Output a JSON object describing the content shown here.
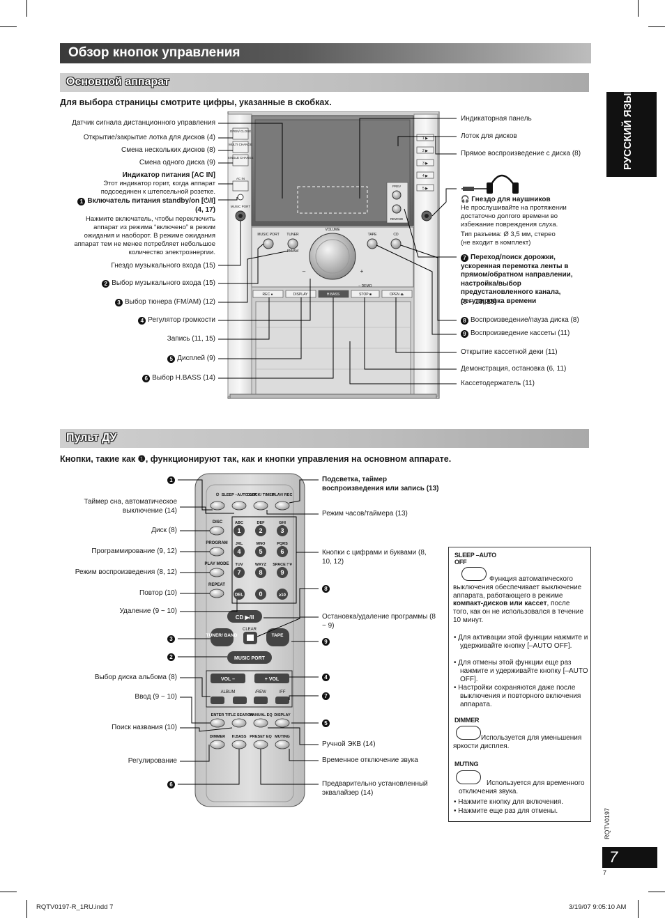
{
  "header": {
    "title": "Обзор кнопок управления",
    "section_main": "Основной аппарат",
    "section_remote": "Пульт ДУ",
    "side_tab": "РУССКИЙ ЯЗЫК",
    "page_number": "7",
    "page_number_small": "7",
    "doc_code_vertical": "RQTV0197"
  },
  "main_unit": {
    "note": "Для выбора страницы смотрите цифры, указанные в скобках.",
    "left_labels": [
      {
        "text": "Датчик сигнала дистанционного управления"
      },
      {
        "text": "Открытие/закрытие лотка для дисков (4)"
      },
      {
        "text": "Смена нескольких дисков (8)"
      },
      {
        "text": "Смена одного диска (9)"
      },
      {
        "text": "Индикатор питания [AC IN]"
      },
      {
        "text": "Этот индикатор горит, когда аппарат подсоединен к штепсельной розетке."
      },
      {
        "num": "1",
        "text": "Включатель питания standby/on [⏻/I]"
      },
      {
        "text": "(4, 17)"
      },
      {
        "text": "Нажмите включатель, чтобы переключить аппарат из режима “включено” в режим ожидания и наоборот. В режиме ожидания аппарат тем не менее потребляет небольшое количество электроэнергии."
      },
      {
        "text": "Гнездо музыкального входа (15)"
      },
      {
        "num": "2",
        "text": "Выбор музыкального входа (15)"
      },
      {
        "num": "3",
        "text": "Выбор тюнера (FM/AM) (12)"
      },
      {
        "num": "4",
        "text": "Регулятор громкости"
      },
      {
        "text": "Запись (11, 15)"
      },
      {
        "num": "5",
        "text": "Дисплей (9)"
      },
      {
        "num": "6",
        "text": "Выбор H.BASS (14)"
      }
    ],
    "right_labels": [
      {
        "text": "Индикаторная панель"
      },
      {
        "text": "Лоток для дисков"
      },
      {
        "text": "Прямое воспроизведение с диска (8)"
      },
      {
        "text": "Гнездо для наушников"
      },
      {
        "text": "Не прослушивайте на протяжении достаточно долгого времени во избежание повреждения слуха."
      },
      {
        "text": "Тип разъема: Ø 3,5 мм, стерео"
      },
      {
        "text": "(не входит в комплект)"
      },
      {
        "num": "7",
        "text": "Переход/поиск дорожки, ускоренная перемотка ленты в прямом/обратном направлении, настройка/выбор предустановленного канала, регулировка времени"
      },
      {
        "text": "(8 ~ 13, 15)"
      },
      {
        "num": "8",
        "text": "Воспроизведение/пауза диска (8)"
      },
      {
        "num": "9",
        "text": "Воспроизведение кассеты (11)"
      },
      {
        "text": "Открытие кассетной деки (11)"
      },
      {
        "text": "Демонстрация, остановка (6, 11)"
      },
      {
        "text": "Кассетодержатель (11)"
      }
    ],
    "device_text": {
      "open_close": "OPEN/ CLOSE",
      "multi_change": "MULTI CHANGE",
      "single_change": "SINGLE CHANGE",
      "ac_in": "AC IN",
      "music_port_jack": "MUSIC PORT",
      "music_port": "MUSIC PORT",
      "tuner": "TUNER",
      "fm_am": "FM/AM",
      "volume": "VOLUME",
      "tape": "TAPE",
      "cd": "CD",
      "minus": "–",
      "plus": "+",
      "demo": "– DEMO",
      "rec": "REC ●",
      "display": "DISPLAY",
      "hbass": "H.BASS",
      "stop": "STOP ■",
      "open": "OPEN ⏏",
      "trays": [
        "1 ▶",
        "2 ▶",
        "3 ▶",
        "4 ▶",
        "5 ▶"
      ],
      "prev": "PREV",
      "rewind": "REWIND"
    }
  },
  "remote": {
    "note": "Кнопки, такие как ❶, функционируют так, как и кнопки управления на основном аппарате.",
    "left_labels": [
      {
        "num": "1",
        "text": ""
      },
      {
        "text": "Таймер сна, автоматическое выключение (14)"
      },
      {
        "text": "Диск (8)"
      },
      {
        "text": "Программирование (9, 12)"
      },
      {
        "text": "Режим воспроизведения (8, 12)"
      },
      {
        "text": "Повтор (10)"
      },
      {
        "text": "Удаление (9 ~ 10)"
      },
      {
        "num": "3",
        "text": ""
      },
      {
        "num": "2",
        "text": ""
      },
      {
        "text": "Выбор диска альбома (8)"
      },
      {
        "text": "Ввод (9 ~ 10)"
      },
      {
        "text": "Поиск названия (10)"
      },
      {
        "text": "Регулирование"
      },
      {
        "num": "6",
        "text": ""
      }
    ],
    "right_labels": [
      {
        "text": "Подсветка, таймер воспроизведения или запись (13)"
      },
      {
        "text": "Режим часов/таймера (13)"
      },
      {
        "text": "Кнопки с цифрами и буквами (8, 10, 12)"
      },
      {
        "num": "8",
        "text": ""
      },
      {
        "text": "Остановка/удаление программы (8 ~ 9)"
      },
      {
        "num": "9",
        "text": ""
      },
      {
        "num": "4",
        "text": ""
      },
      {
        "num": "7",
        "text": ""
      },
      {
        "num": "5",
        "text": ""
      },
      {
        "text": "Ручной ЭКВ (14)"
      },
      {
        "text": "Временное отключение звука"
      },
      {
        "text": "Предварительно установленный эквалайзер (14)"
      }
    ],
    "buttons": {
      "power": "⏻",
      "sleep": "SLEEP –AUTO OFF",
      "clock": "CLOCK/ TIMER",
      "play_rec": "PLAY/ REC",
      "disc": "DISC",
      "program": "PROGRAM",
      "play_mode": "PLAY MODE",
      "repeat": "REPEAT",
      "del": "DEL",
      "digits": [
        "1",
        "2",
        "3",
        "4",
        "5",
        "6",
        "7",
        "8",
        "9",
        "0",
        "≥10"
      ],
      "letters": [
        "ABC",
        "DEF",
        "GHI",
        "JKL",
        "MNO",
        "PQRS",
        "TUV",
        "WXYZ",
        "SPACE !\"#"
      ],
      "cd": "CD ▶/II",
      "clear": "CLEAR",
      "tuner": "TUNER/ BAND",
      "tape": "TAPE",
      "music_port": "MUSIC PORT",
      "vol_minus": "VOL –",
      "vol_plus": "+ VOL",
      "album": "ALBUM",
      "rew": "/REW",
      "ff": "/FF",
      "enter": "ENTER",
      "title_search": "TITLE SEARCH",
      "manual_eq": "MANUAL EQ",
      "display": "DISPLAY",
      "dimmer": "DIMMER",
      "hbass": "H.BASS",
      "preset_eq": "PRESET EQ",
      "muting": "MUTING"
    }
  },
  "info_box": {
    "sleep_label": "SLEEP –AUTO OFF",
    "sleep_text_1": "Функция автоматического выключения обеспечивает выключение аппарата, работающего в режиме ",
    "sleep_bold": "компакт-дисков или кассет",
    "sleep_text_2": ", после того, как он не использовался в течение 10 минут.",
    "sleep_bullets": [
      "Для активации этой функции нажмите и удерживайте кнопку [–AUTO OFF].",
      "Для отмены этой функции еще раз нажмите и удерживайте кнопку [–AUTO OFF].",
      "Настройки сохраняются даже после выключения и повторного включения аппарата."
    ],
    "dimmer_label": "DIMMER",
    "dimmer_text": "Используется для уменьшения яркости дисплея.",
    "muting_label": "MUTING",
    "muting_text": "Используется для временного отключения звука.",
    "muting_bullets": [
      "Нажмите кнопку для включения.",
      "Нажмите еще раз для отмены."
    ]
  },
  "footer": {
    "file": "RQTV0197-R_1RU.indd 7",
    "date": "3/19/07 9:05:10 AM"
  }
}
